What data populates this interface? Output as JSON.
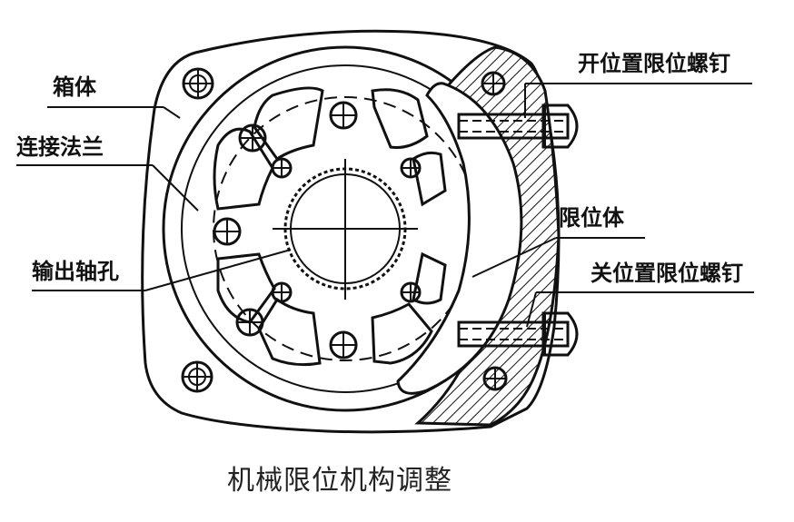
{
  "labels": {
    "housing": "箱体",
    "connecting_flange": "连接法兰",
    "output_shaft_hole": "输出轴孔",
    "open_limit_screw": "开位置限位螺钉",
    "limit_block": "限位体",
    "close_limit_screw": "关位置限位螺钉"
  },
  "caption": "机械限位机构调整",
  "colors": {
    "line": "#111111",
    "background": "#ffffff"
  }
}
